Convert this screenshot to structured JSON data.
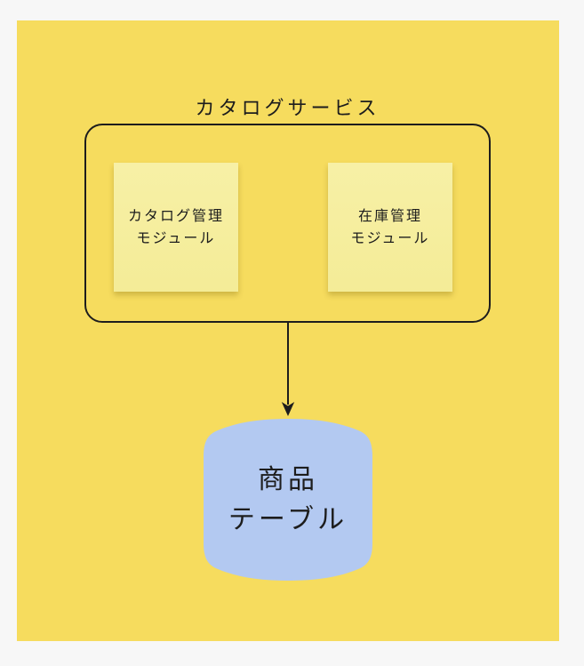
{
  "colors": {
    "page_background": "#f7f7f7",
    "canvas_background": "#f6dc5e",
    "sticky_background": "#f5ed9c",
    "cylinder_background": "#b3c9f1",
    "stroke_and_text": "#1d1d1d"
  },
  "diagram": {
    "group": {
      "title": "カタログサービス"
    },
    "stickies": [
      {
        "line1": "カタログ管理",
        "line2": "モジュール"
      },
      {
        "line1": "在庫管理",
        "line2": "モジュール"
      }
    ],
    "connector": {
      "direction": "down"
    },
    "database": {
      "line1": "商品",
      "line2": "テーブル"
    }
  }
}
